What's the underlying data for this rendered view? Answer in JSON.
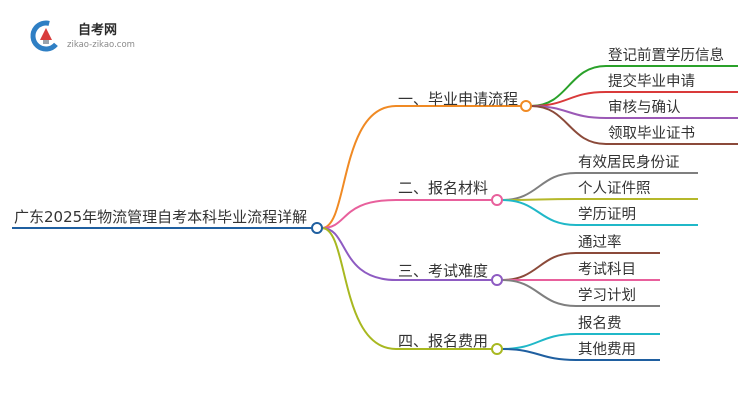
{
  "logo": {
    "name": "自考网",
    "url_text": "zikao-zikao.com",
    "colors": {
      "blue": "#2f7fc4",
      "red": "#d83c3c",
      "gray": "#9aa3ad"
    }
  },
  "root": {
    "label": "广东2025年物流管理自考本科毕业流程详解",
    "color": "#1f5fa0"
  },
  "branches": [
    {
      "label": "一、毕业申请流程",
      "color": "#f08a24",
      "children": [
        {
          "label": "登记前置学历信息",
          "color": "#2aa12a"
        },
        {
          "label": "提交毕业申请",
          "color": "#d93a3a"
        },
        {
          "label": "审核与确认",
          "color": "#9b59b6"
        },
        {
          "label": "领取毕业证书",
          "color": "#8b4a3a"
        }
      ]
    },
    {
      "label": "二、报名材料",
      "color": "#e8609c",
      "children": [
        {
          "label": "有效居民身份证",
          "color": "#7f7f7f"
        },
        {
          "label": "个人证件照",
          "color": "#b5b82a"
        },
        {
          "label": "学历证明",
          "color": "#20b8c8"
        }
      ]
    },
    {
      "label": "三、考试难度",
      "color": "#8e5bc2",
      "children": [
        {
          "label": "通过率",
          "color": "#8b4a3a"
        },
        {
          "label": "考试科目",
          "color": "#e8609c"
        },
        {
          "label": "学习计划",
          "color": "#7f7f7f"
        }
      ]
    },
    {
      "label": "四、报名费用",
      "color": "#a8b820",
      "children": [
        {
          "label": "报名费",
          "color": "#20b8c8"
        },
        {
          "label": "其他费用",
          "color": "#1f5fa0"
        }
      ]
    }
  ]
}
